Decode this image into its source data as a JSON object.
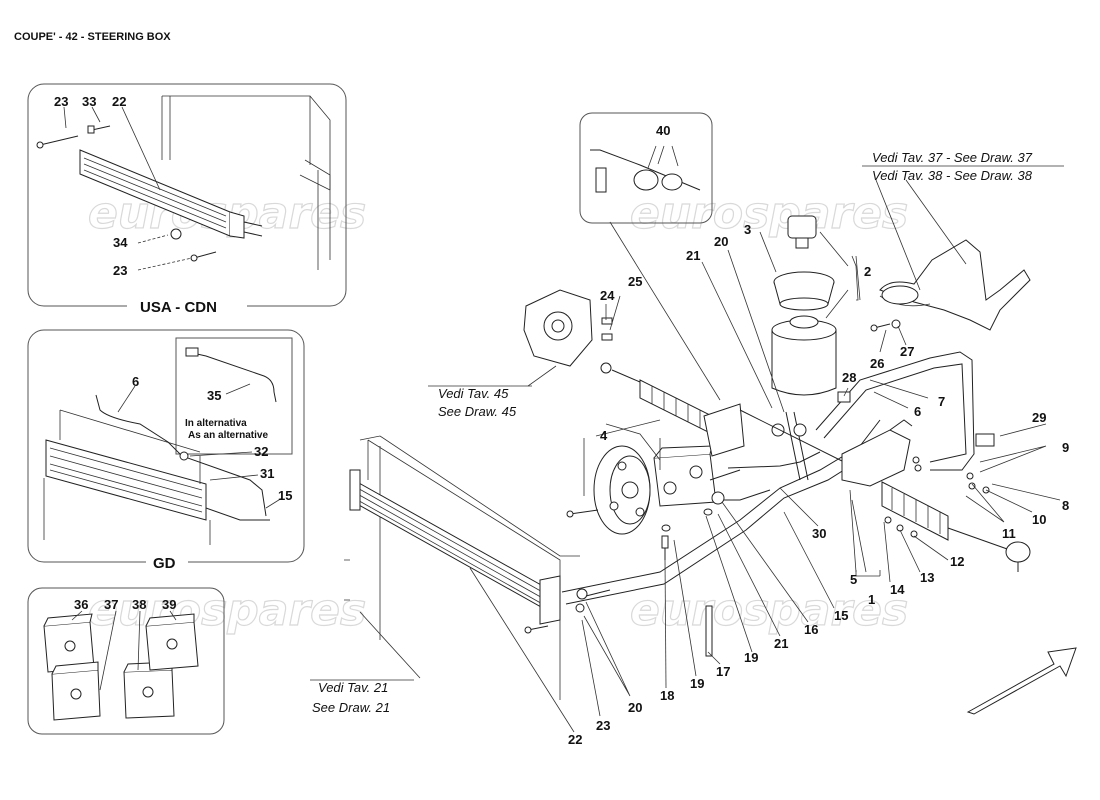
{
  "header": {
    "title": "COUPE' - 42 - STEERING BOX"
  },
  "watermark": {
    "text": "eurospares"
  },
  "insets": {
    "usa_cdn": {
      "caption": "USA - CDN",
      "labels": [
        "23",
        "33",
        "22",
        "34",
        "23"
      ]
    },
    "gd": {
      "caption": "GD",
      "alt_it": "In alternativa",
      "alt_en": "As an alternative",
      "labels": [
        "6",
        "35",
        "32",
        "31",
        "15"
      ]
    },
    "kits": {
      "labels": [
        "36",
        "37",
        "38",
        "39"
      ]
    },
    "pump_detail": {
      "labels": [
        "40"
      ]
    }
  },
  "references": {
    "tav37": "Vedi Tav. 37 - See Draw. 37",
    "tav38": "Vedi Tav. 38 - See Draw. 38",
    "tav45_it": "Vedi Tav. 45",
    "tav45_en": "See Draw. 45",
    "tav21_it": "Vedi Tav. 21",
    "tav21_en": "See Draw. 21"
  },
  "callouts": {
    "c1": "1",
    "c2": "2",
    "c3": "3",
    "c4": "4",
    "c5": "5",
    "c6": "6",
    "c7": "7",
    "c8": "8",
    "c9": "9",
    "c10": "10",
    "c11": "11",
    "c12": "12",
    "c13": "13",
    "c14": "14",
    "c15a": "15",
    "c16": "16",
    "c17": "17",
    "c18": "18",
    "c19a": "19",
    "c19b": "19",
    "c20a": "20",
    "c20b": "20",
    "c21a": "21",
    "c21b": "21",
    "c22": "22",
    "c23": "23",
    "c24": "24",
    "c25": "25",
    "c26": "26",
    "c27": "27",
    "c28": "28",
    "c29": "29",
    "c30": "30"
  },
  "icons": {
    "direction_arrow": "front-direction-arrow-icon"
  }
}
